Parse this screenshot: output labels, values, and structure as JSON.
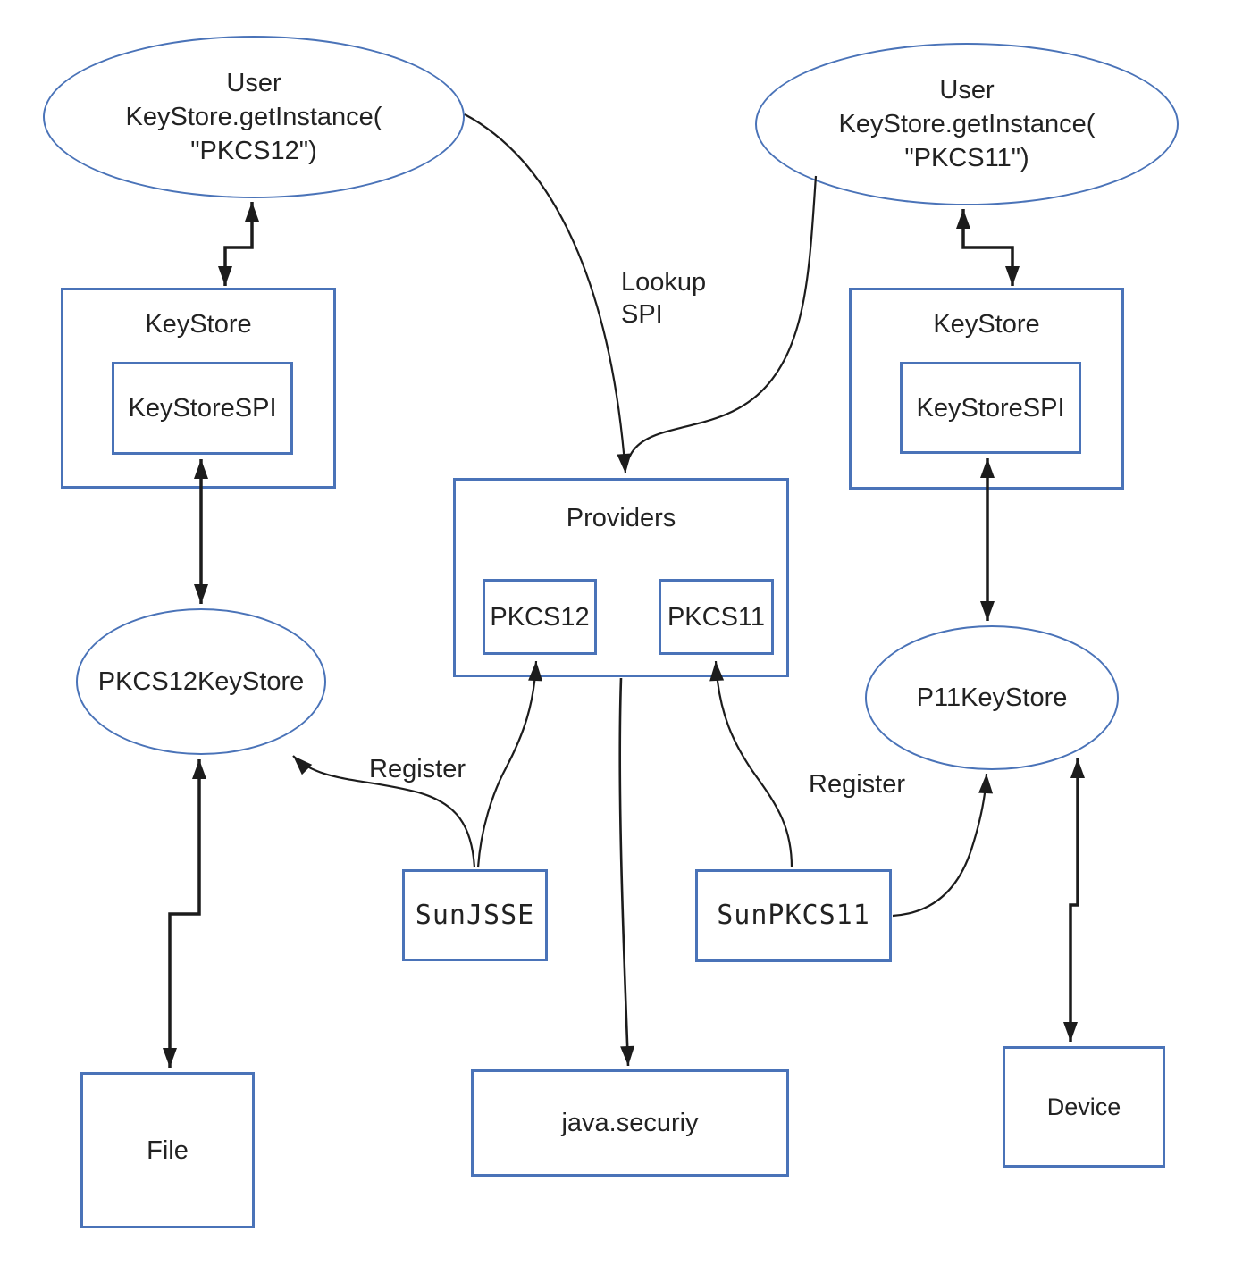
{
  "diagram": {
    "nodes": {
      "user_pkcs12": {
        "label": "User\nKeyStore.getInstance(\n\"PKCS12\")"
      },
      "user_pkcs11": {
        "label": "User\nKeyStore.getInstance(\n\"PKCS11\")"
      },
      "keystore_left": {
        "label": "KeyStore"
      },
      "keystore_spi_left": {
        "label": "KeyStoreSPI"
      },
      "keystore_right": {
        "label": "KeyStore"
      },
      "keystore_spi_right": {
        "label": "KeyStoreSPI"
      },
      "providers": {
        "label": "Providers"
      },
      "pkcs12_provider": {
        "label": "PKCS12"
      },
      "pkcs11_provider": {
        "label": "PKCS11"
      },
      "pkcs12_keystore": {
        "label": "PKCS12KeyStore"
      },
      "p11_keystore": {
        "label": "P11KeyStore"
      },
      "sunjsse": {
        "label": "SunJSSE"
      },
      "sunpkcs11": {
        "label": "SunPKCS11"
      },
      "file": {
        "label": "File"
      },
      "java_security": {
        "label": "java.securiy"
      },
      "device": {
        "label": "Device"
      }
    },
    "edge_labels": {
      "lookup_spi": "Lookup\nSPI",
      "register_left": "Register",
      "register_right": "Register"
    },
    "colors": {
      "node_border": "#4a73b8",
      "arrow": "#1c1c1c",
      "text": "#222222",
      "background": "#ffffff"
    }
  }
}
